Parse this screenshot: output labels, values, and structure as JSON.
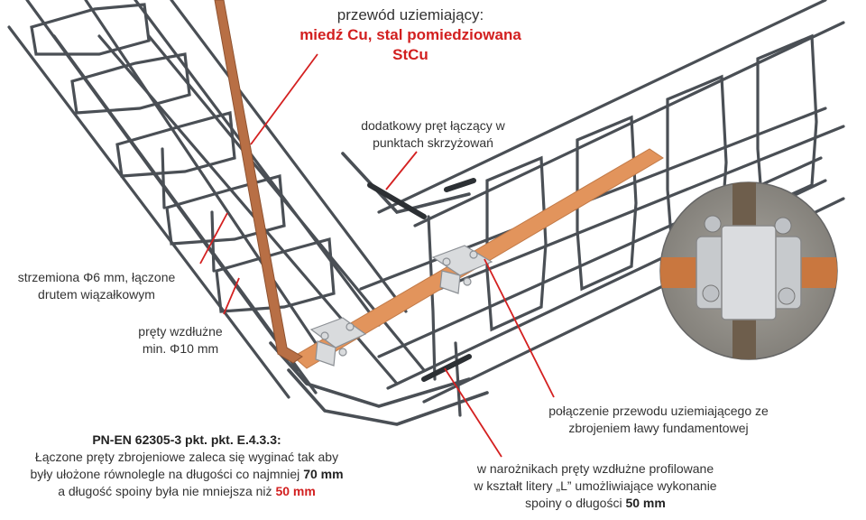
{
  "labels": {
    "grounding_wire": {
      "line1": "przewód uziemiający:",
      "line2": "miedź Cu, stal pomiedziowana",
      "line3": "StCu"
    },
    "extra_bar": {
      "line1": "dodatkowy pręt łączący w",
      "line2": "punktach skrzyżowań"
    },
    "stirrups": {
      "line1": "strzemiona Φ6 mm, łączone",
      "line2": "drutem wiązałkowym"
    },
    "long_bars": {
      "line1": "pręty wzdłużne",
      "line2": "min. Φ10 mm"
    },
    "connection": {
      "line1": "połączenie przewodu uziemiającego ze",
      "line2": "zbrojeniem ławy fundamentowej"
    },
    "corners": {
      "line1": "w narożnikach pręty wzdłużne profilowane",
      "line2": "w kształt litery „L” umożliwiające wykonanie",
      "line3_prefix": "spoiny o długości ",
      "line3_value": "50 mm"
    },
    "standard": {
      "title": "PN-EN 62305-3 pkt. pkt. E.4.3.3:",
      "line1": "Łączone pręty zbrojeniowe zaleca się wyginać tak aby",
      "line2_prefix": "były ułożone równolegle na długości co najmniej ",
      "line2_value": "70 mm",
      "line3_prefix": "a długość spoiny była nie mniejsza niż ",
      "line3_value": "50 mm"
    }
  },
  "colors": {
    "rebar": "#4a4f55",
    "copper": "#e2945c",
    "grounding_rod": "#b86f45",
    "leader": "#d42020",
    "clamp": "#d9dbdd"
  }
}
